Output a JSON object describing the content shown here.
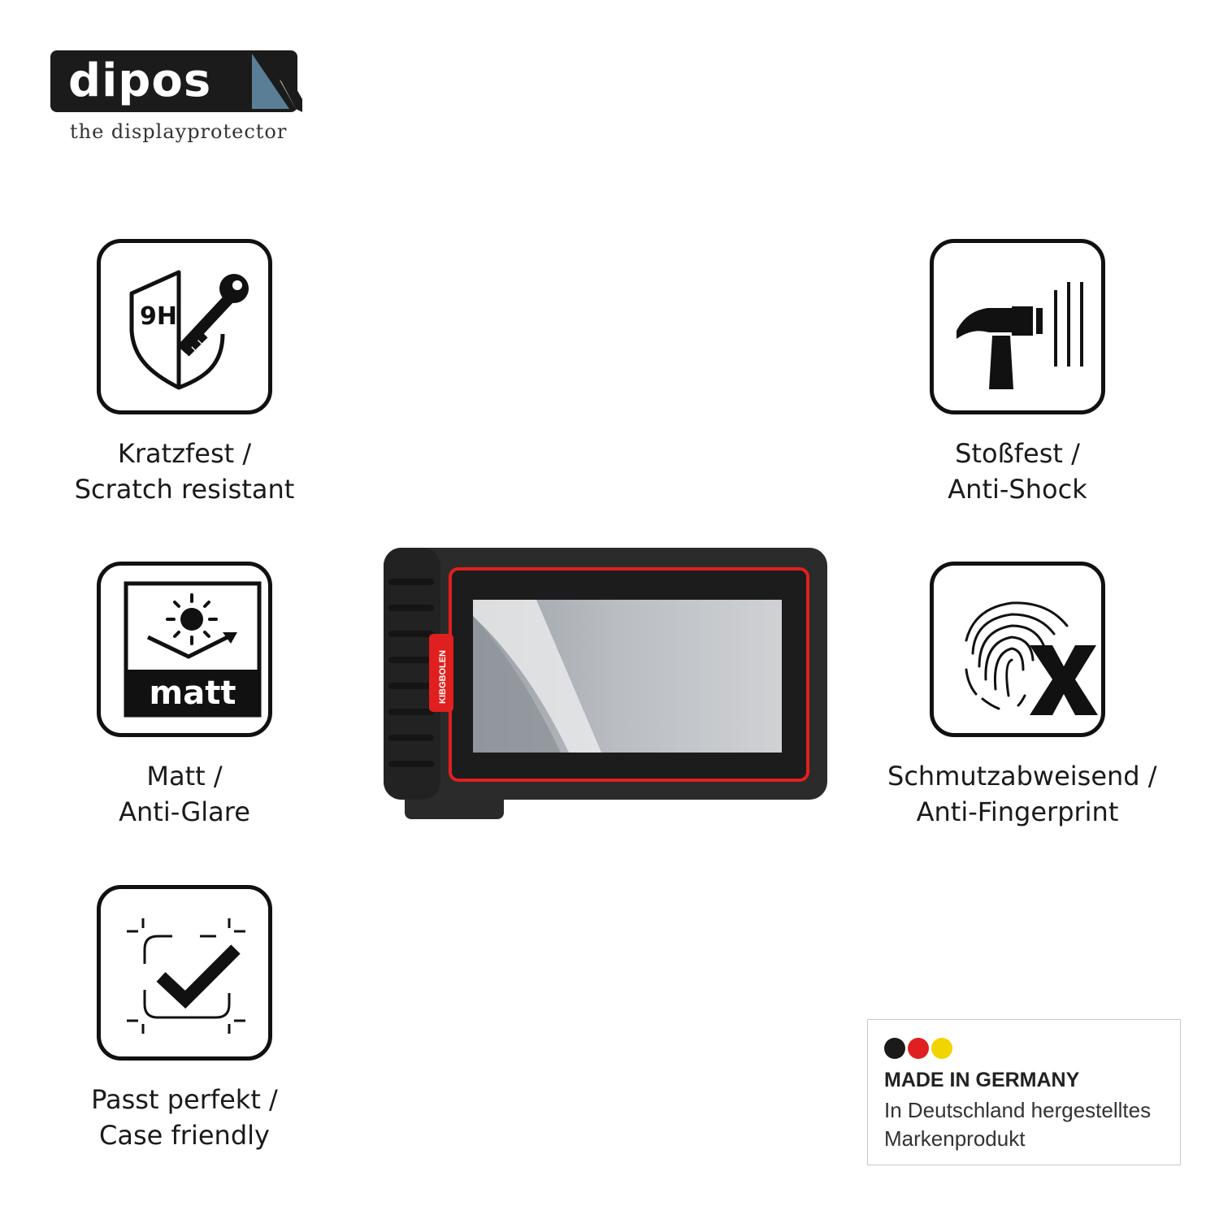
{
  "brand": {
    "name": "dipos",
    "tagline": "the displayprotector"
  },
  "features": [
    {
      "icon": "shield-key-icon",
      "icon_text": "9H",
      "line1": "Kratzfest /",
      "line2": "Scratch resistant"
    },
    {
      "icon": "sun-matt-icon",
      "icon_text": "matt",
      "line1": "Matt /",
      "line2": "Anti-Glare"
    },
    {
      "icon": "case-check-icon",
      "line1": "Passt perfekt /",
      "line2": "Case friendly"
    },
    {
      "icon": "hammer-icon",
      "line1": "Stoßfest /",
      "line2": "Anti-Shock"
    },
    {
      "icon": "fingerprint-x-icon",
      "line1": "Schmutzabweisend /",
      "line2": "Anti-Fingerprint"
    }
  ],
  "device": {
    "brand_label": "KIBGBOLEN",
    "accent_color": "#e0201e"
  },
  "made_in": {
    "flag_colors": [
      "#1a1a1a",
      "#e02020",
      "#f2d400"
    ],
    "title": "MADE IN GERMANY",
    "line1": "In Deutschland hergestelltes",
    "line2": "Markenprodukt"
  }
}
